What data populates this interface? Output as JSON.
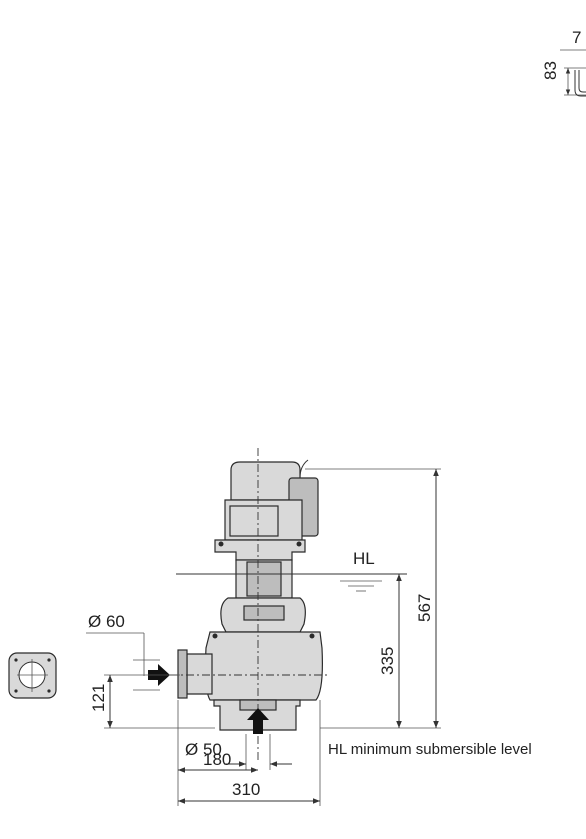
{
  "dimensions": {
    "top_width": "7",
    "top_height": "83",
    "outlet_diameter": "Ø 60",
    "outlet_height": "121",
    "inlet_diameter": "Ø 50",
    "width_180": "180",
    "width_310": "310",
    "hl_height": "335",
    "total_height": "567"
  },
  "labels": {
    "hl": "HL",
    "hl_note": "HL minimum submersible level"
  },
  "icons": {
    "flange": "flange-icon",
    "outlet_arrow": "arrow-left-icon",
    "inlet_arrow": "arrow-up-icon",
    "top_detail": "u-bracket-icon"
  }
}
